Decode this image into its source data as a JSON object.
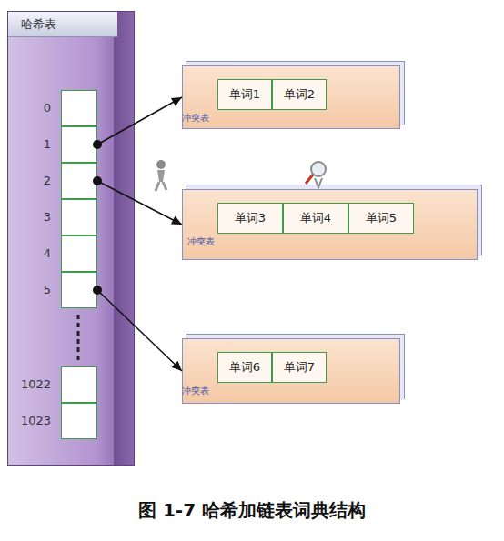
{
  "diagram": {
    "caption": "图 1-7 哈希加链表词典结构",
    "nodes": [
      {
        "text": [
          "哈希表"
        ]
      },
      {
        "text": [
          "0"
        ],
        "in": 0
      },
      {
        "text": [
          "1"
        ],
        "in": 0
      },
      {
        "text": [
          "2"
        ],
        "in": 0
      },
      {
        "text": [
          "3"
        ],
        "in": 0
      },
      {
        "text": [
          "4"
        ],
        "in": 0
      },
      {
        "text": [
          "5"
        ],
        "in": 0
      },
      {
        "text": [
          "1022"
        ],
        "in": 0
      },
      {
        "text": [
          "1023"
        ],
        "in": 0
      },
      {
        "text": [
          "冲突表"
        ]
      },
      {
        "text": [
          "单词1"
        ],
        "in": 9
      },
      {
        "text": [
          "单词2"
        ],
        "in": 9
      },
      {
        "text": [
          "冲突表"
        ]
      },
      {
        "text": [
          "单词3"
        ],
        "in": 12
      },
      {
        "text": [
          "单词4"
        ],
        "in": 12
      },
      {
        "text": [
          "单词5"
        ],
        "in": 12
      },
      {
        "text": [
          "冲突表"
        ]
      },
      {
        "text": [
          "单词6"
        ],
        "in": 16
      },
      {
        "text": [
          "单词7"
        ],
        "in": 16
      }
    ],
    "edges": [
      {
        "from": 2,
        "to": 9,
        "arrow": "to"
      },
      {
        "from": 3,
        "to": 12,
        "arrow": "to"
      },
      {
        "from": 6,
        "to": 16,
        "arrow": "to"
      }
    ]
  }
}
